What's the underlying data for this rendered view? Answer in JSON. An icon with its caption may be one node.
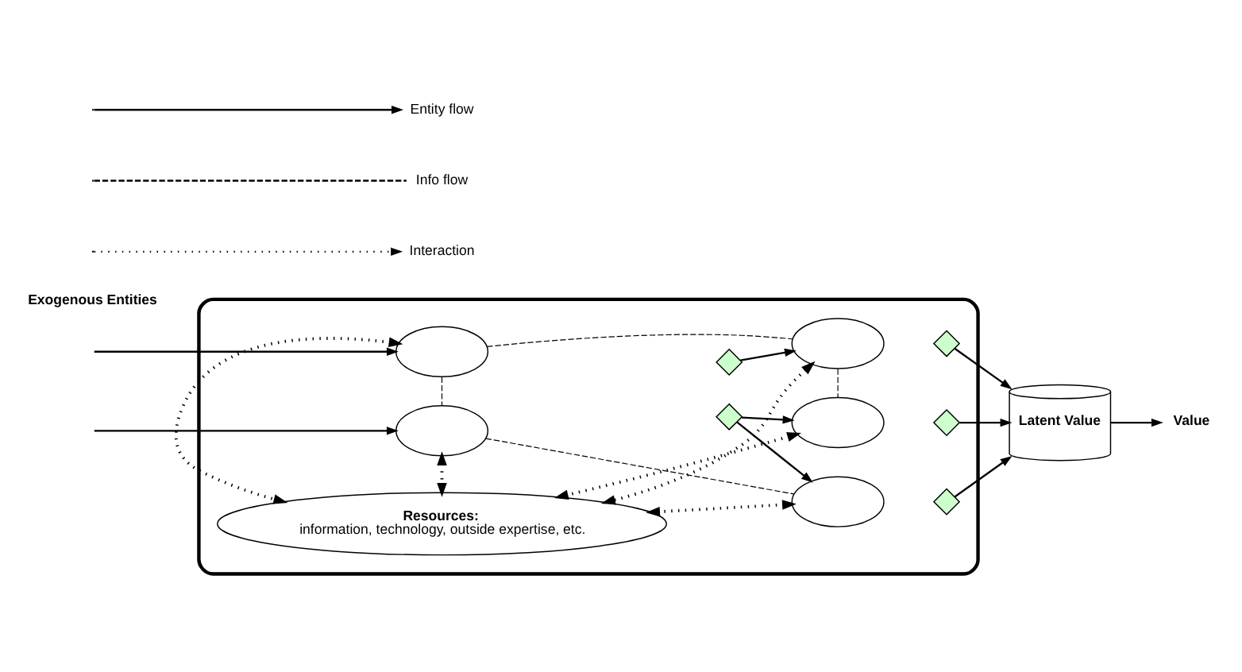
{
  "diagram": {
    "nodes": [
      {
        "text": [],
        "shape": "box"
      },
      {
        "text": [],
        "shape": "ellipse",
        "in": 0
      },
      {
        "text": [],
        "shape": "diamond",
        "in": 0
      },
      {
        "text": [],
        "shape": "ellipse",
        "in": 0
      },
      {
        "text": [],
        "shape": "diamond",
        "in": 0
      },
      {
        "text": [],
        "shape": "ellipse",
        "in": 0
      },
      {
        "text": [],
        "shape": "diamond",
        "in": 0
      },
      {
        "text": [],
        "shape": "ellipse",
        "in": 0
      },
      {
        "text": [],
        "shape": "diamond",
        "in": 0
      },
      {
        "text": [],
        "shape": "ellipse",
        "in": 0
      },
      {
        "text": [],
        "shape": "diamond",
        "in": 0
      },
      {
        "text": [
          "Resources:",
          "information, technology, outside expertise, etc."
        ],
        "in": 0
      },
      {
        "text": [
          "Latent Value"
        ]
      },
      {
        "text": [
          "Value"
        ]
      }
    ],
    "edges": [
      {
        "from": null,
        "to": 1,
        "arrow": "to"
      },
      {
        "from": null,
        "to": 7,
        "arrow": "to"
      },
      {
        "from": 2,
        "to": 3,
        "arrow": "to"
      },
      {
        "from": 8,
        "to": 5,
        "arrow": "to"
      },
      {
        "from": 8,
        "to": 9,
        "arrow": "to"
      },
      {
        "from": 4,
        "to": 12,
        "arrow": "to"
      },
      {
        "from": 6,
        "to": 12,
        "arrow": "to"
      },
      {
        "from": 10,
        "to": 12,
        "arrow": "to"
      },
      {
        "from": 12,
        "to": 13,
        "arrow": "to"
      },
      {
        "from": 1,
        "to": 3,
        "arrow": "none",
        "style": "dashed"
      },
      {
        "from": 1,
        "to": 7,
        "arrow": "none",
        "style": "dashed"
      },
      {
        "from": 7,
        "to": 5,
        "arrow": "none",
        "style": "dashed"
      },
      {
        "from": 3,
        "to": 9,
        "arrow": "none",
        "style": "dashed"
      },
      {
        "from": 1,
        "to": 11,
        "arrow": "both",
        "style": "dashed"
      },
      {
        "from": 7,
        "to": 11,
        "arrow": "both",
        "style": "dashed"
      },
      {
        "from": 5,
        "to": 11,
        "arrow": "both",
        "style": "dashed"
      },
      {
        "from": 3,
        "to": 11,
        "arrow": "both",
        "style": "dashed"
      },
      {
        "from": 9,
        "to": 11,
        "arrow": "both",
        "style": "dashed"
      }
    ],
    "labels": [
      "Exogenous Entities"
    ],
    "legend": [
      {
        "text": "Entity flow"
      },
      {
        "text": "Info flow"
      },
      {
        "text": "Interaction"
      }
    ]
  }
}
